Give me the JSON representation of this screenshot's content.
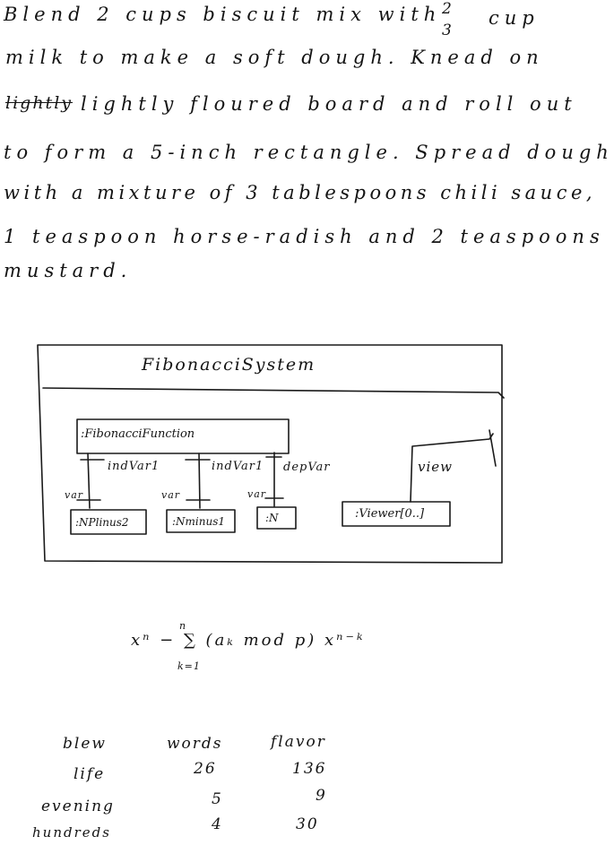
{
  "recipe": {
    "line1_pre": "Blend 2 cups biscuit mix with",
    "frac_num": "2",
    "frac_den": "3",
    "line1_post": "cup",
    "line2": "milk to make a soft dough. Knead on",
    "line3_strike": "lightly",
    "line3": "lightly floured board and roll out",
    "line4": "to form a 5-inch rectangle. Spread dough",
    "line5": "with a mixture of 3 tablespoons chili sauce,",
    "line6": "1 teaspoon horse-radish and 2 teaspoons",
    "line7": "mustard."
  },
  "diagram": {
    "title": "FibonacciSystem",
    "function_box": ":FibonacciFunction",
    "roles": [
      "indVar1",
      "indVar1",
      "depVar"
    ],
    "view_role": "view",
    "var_labels": [
      "var",
      "var",
      "var"
    ],
    "boxes": [
      ":NPlinus2",
      ":Nminus1",
      ":N"
    ],
    "viewer": ":Viewer[0..]"
  },
  "formula": {
    "text": "xⁿ − ∑ (aₖ mod p) xⁿ⁻ᵏ",
    "upper": "n",
    "lower": "k=1"
  },
  "table": {
    "headers": [
      "blew",
      "words",
      "flavor"
    ],
    "rows": [
      [
        "life",
        "26",
        "136"
      ],
      [
        "evening",
        "5",
        "9"
      ],
      [
        "hundreds",
        "4",
        "30"
      ]
    ]
  }
}
